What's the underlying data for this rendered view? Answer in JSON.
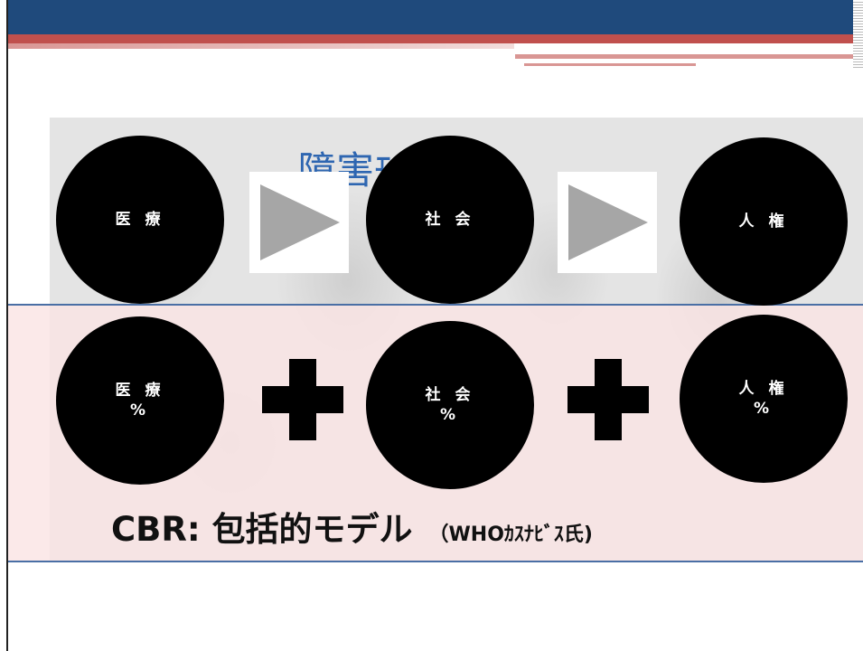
{
  "background_title": "障害ﾓﾃﾞﾙ",
  "top_row": [
    {
      "label": "医 療"
    },
    {
      "label": "社 会"
    },
    {
      "label": "人 権"
    }
  ],
  "bottom_row": [
    {
      "label": "医 療",
      "value": "%"
    },
    {
      "label": "社 会",
      "value": "%"
    },
    {
      "label": "人 権",
      "value": "%"
    }
  ],
  "footer": {
    "title": "CBR: 包括的モデル",
    "credit": "（WHOｶｽﾅﾋﾞｽ氏)"
  },
  "colors": {
    "header_blue": "#1f4a7c",
    "header_red": "#c0504d",
    "title_blue": "#2e66b1",
    "circle": "#000000",
    "arrow": "#a6a6a6"
  }
}
